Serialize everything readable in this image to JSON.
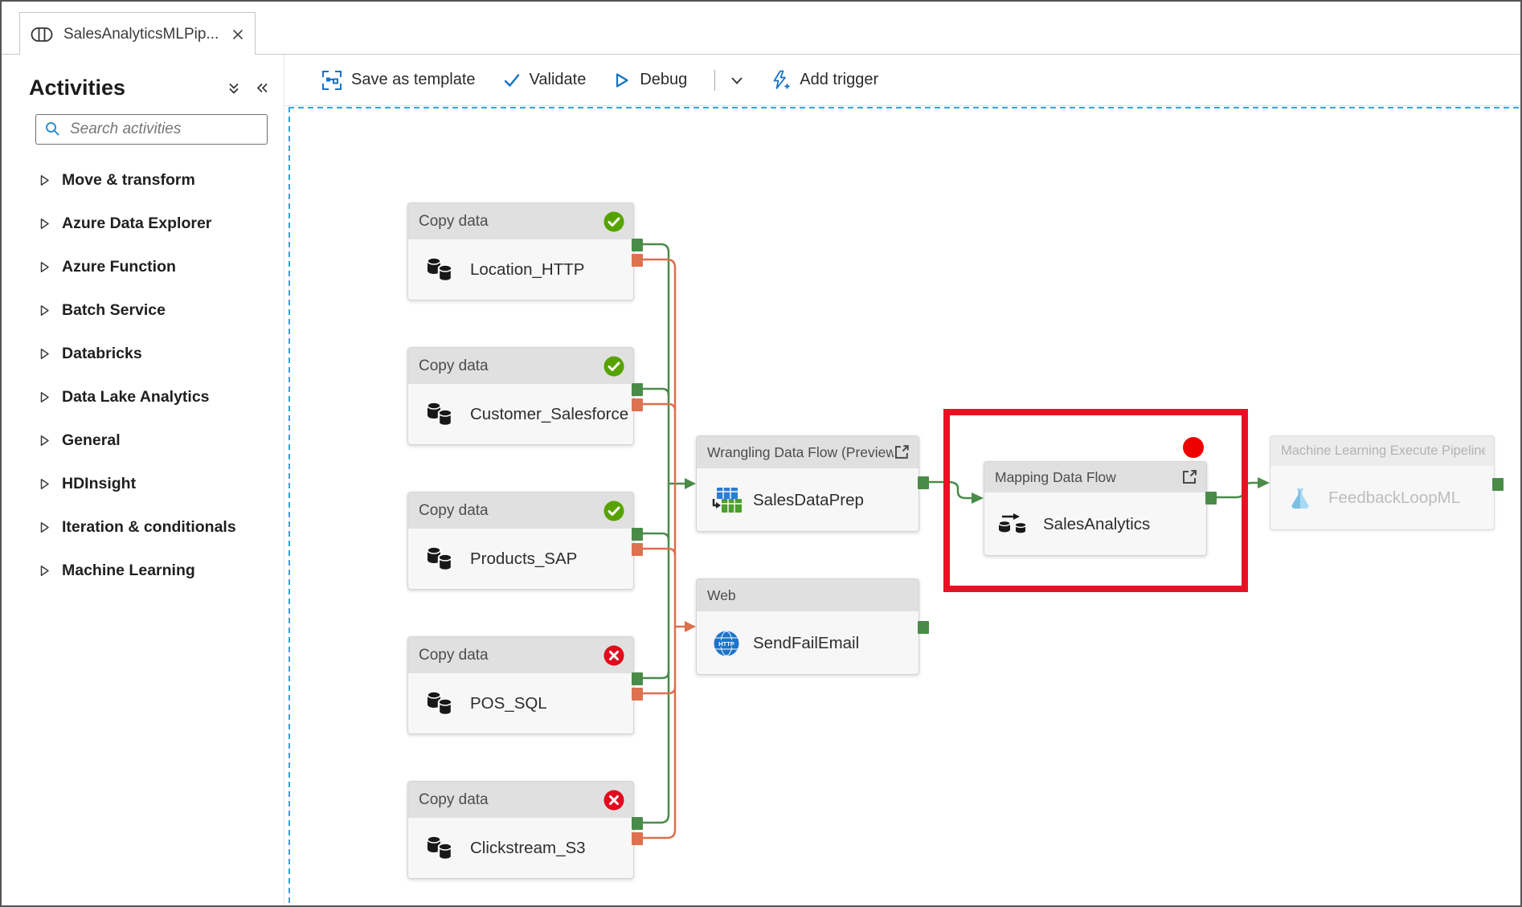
{
  "tab": {
    "title": "SalesAnalyticsMLPip..."
  },
  "sidebar": {
    "title": "Activities",
    "search": {
      "placeholder": "Search activities"
    },
    "items": [
      {
        "label": "Move & transform"
      },
      {
        "label": "Azure Data Explorer"
      },
      {
        "label": "Azure Function"
      },
      {
        "label": "Batch Service"
      },
      {
        "label": "Databricks"
      },
      {
        "label": "Data Lake Analytics"
      },
      {
        "label": "General"
      },
      {
        "label": "HDInsight"
      },
      {
        "label": "Iteration & conditionals"
      },
      {
        "label": "Machine Learning"
      }
    ]
  },
  "toolbar": {
    "save_as_template": "Save as template",
    "validate": "Validate",
    "debug": "Debug",
    "add_trigger": "Add trigger"
  },
  "canvas": {
    "copy_nodes": [
      {
        "type": "Copy data",
        "name": "Location_HTTP",
        "status": "Succeeded",
        "icon": "copy-data-icon"
      },
      {
        "type": "Copy data",
        "name": "Customer_Salesforce",
        "status": "Succeeded",
        "icon": "copy-data-icon"
      },
      {
        "type": "Copy data",
        "name": "Products_SAP",
        "status": "Succeeded",
        "icon": "copy-data-icon"
      },
      {
        "type": "Copy data",
        "name": "POS_SQL",
        "status": "Failed",
        "icon": "copy-data-icon"
      },
      {
        "type": "Copy data",
        "name": "Clickstream_S3",
        "status": "Failed",
        "icon": "copy-data-icon"
      }
    ],
    "wrangling_node": {
      "type": "Wrangling Data Flow (Preview",
      "name": "SalesDataPrep",
      "icon": "wrangling-data-flow-icon"
    },
    "web_node": {
      "type": "Web",
      "name": "SendFailEmail",
      "icon": "http-globe-icon"
    },
    "mapping_node": {
      "type": "Mapping Data Flow",
      "name": "SalesAnalytics",
      "icon": "mapping-data-flow-icon"
    },
    "ml_node": {
      "type": "Machine Learning Execute Pipeline",
      "name": "FeedbackLoopML",
      "icon": "ml-flask-icon"
    }
  },
  "colors": {
    "accent_blue": "#1673c5",
    "success_badge": "#56a300",
    "failed_badge": "#e00b1c",
    "success_port": "#4a8b49",
    "failure_port": "#dd7150",
    "highlight_red": "#e81123",
    "canvas_dash_blue": "#29a9e0"
  }
}
